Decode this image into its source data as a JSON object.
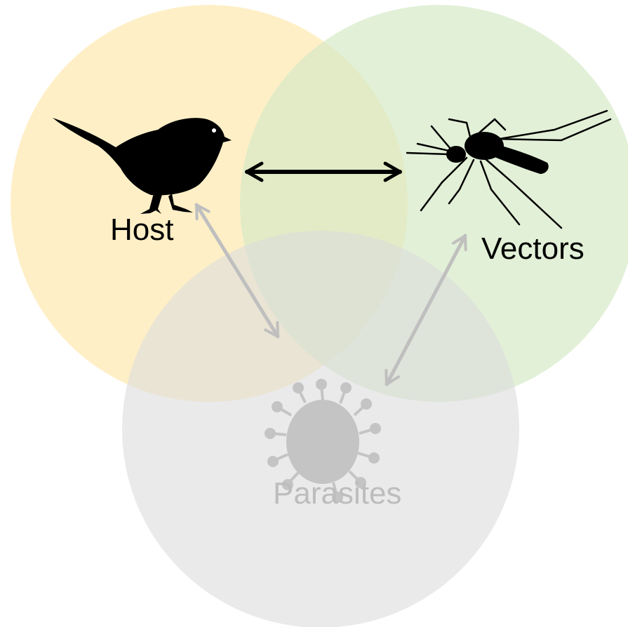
{
  "diagram": {
    "labels": {
      "host": "Host",
      "vectors": "Vectors",
      "parasites": "Parasites"
    },
    "icons": {
      "host": "bird-icon",
      "vectors": "mosquito-icon",
      "parasites": "virus-icon"
    },
    "colors": {
      "host_circle": "#fde9b4",
      "vectors_circle": "#d6e9c6",
      "parasites_circle": "#dcdcdc",
      "host_vector_arrow": "#000000",
      "parasite_arrows": "#bfbfbf",
      "parasite_label": "#bdbdbd"
    }
  }
}
